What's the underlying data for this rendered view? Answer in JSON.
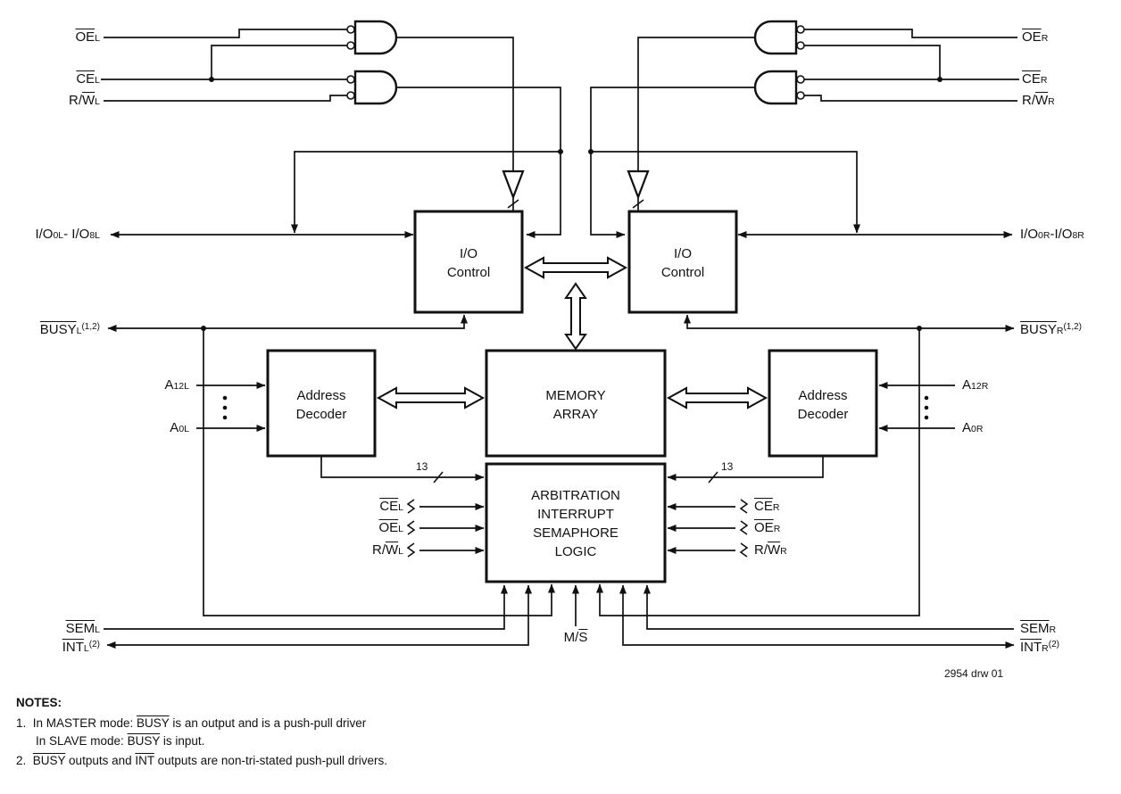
{
  "signals": {
    "oe_l": [
      {
        "t": "OE",
        "ov": true
      },
      {
        "t": "L",
        "sub": true
      }
    ],
    "ce_l": [
      {
        "t": "CE",
        "ov": true
      },
      {
        "t": "L",
        "sub": true
      }
    ],
    "rw_l": [
      {
        "t": "R/"
      },
      {
        "t": "W",
        "ov": true
      },
      {
        "t": "L",
        "sub": true
      }
    ],
    "oe_r": [
      {
        "t": "OE",
        "ov": true
      },
      {
        "t": "R",
        "sub": true
      }
    ],
    "ce_r": [
      {
        "t": "CE",
        "ov": true
      },
      {
        "t": "R",
        "sub": true
      }
    ],
    "rw_r": [
      {
        "t": "R/"
      },
      {
        "t": "W",
        "ov": true
      },
      {
        "t": "R",
        "sub": true
      }
    ],
    "io_l": [
      {
        "t": "I/O"
      },
      {
        "t": "0L",
        "sub": true
      },
      {
        "t": "- I/O"
      },
      {
        "t": "8L",
        "sub": true
      }
    ],
    "io_r": [
      {
        "t": "I/O"
      },
      {
        "t": "0R",
        "sub": true
      },
      {
        "t": "-I/O"
      },
      {
        "t": "8R",
        "sub": true
      }
    ],
    "busy_l": [
      {
        "t": "BUSY",
        "ov": true
      },
      {
        "t": "L",
        "sub": true
      },
      {
        "t": "(1,2)",
        "sup": true
      }
    ],
    "busy_r": [
      {
        "t": "BUSY",
        "ov": true
      },
      {
        "t": "R",
        "sub": true
      },
      {
        "t": "(1,2)",
        "sup": true
      }
    ],
    "a12_l": [
      {
        "t": "A"
      },
      {
        "t": "12L",
        "sub": true
      }
    ],
    "a0_l": [
      {
        "t": "A"
      },
      {
        "t": "0L",
        "sub": true
      }
    ],
    "a12_r": [
      {
        "t": "A"
      },
      {
        "t": "12R",
        "sub": true
      }
    ],
    "a0_r": [
      {
        "t": "A"
      },
      {
        "t": "0R",
        "sub": true
      }
    ],
    "ce_l2": [
      {
        "t": "CE",
        "ov": true
      },
      {
        "t": "L",
        "sub": true
      }
    ],
    "oe_l2": [
      {
        "t": "OE",
        "ov": true
      },
      {
        "t": "L",
        "sub": true
      }
    ],
    "rw_l2": [
      {
        "t": "R/"
      },
      {
        "t": "W",
        "ov": true
      },
      {
        "t": "L",
        "sub": true
      }
    ],
    "ce_r2": [
      {
        "t": "CE",
        "ov": true
      },
      {
        "t": "R",
        "sub": true
      }
    ],
    "oe_r2": [
      {
        "t": "OE",
        "ov": true
      },
      {
        "t": "R",
        "sub": true
      }
    ],
    "rw_r2": [
      {
        "t": "R/"
      },
      {
        "t": "W",
        "ov": true
      },
      {
        "t": "R",
        "sub": true
      }
    ],
    "sem_l": [
      {
        "t": "SEM",
        "ov": true
      },
      {
        "t": "L",
        "sub": true
      }
    ],
    "int_l": [
      {
        "t": "INT",
        "ov": true
      },
      {
        "t": "L",
        "sub": true
      },
      {
        "t": "(2)",
        "sup": true
      }
    ],
    "sem_r": [
      {
        "t": "SEM",
        "ov": true
      },
      {
        "t": "R",
        "sub": true
      }
    ],
    "int_r": [
      {
        "t": "INT",
        "ov": true
      },
      {
        "t": "R",
        "sub": true
      },
      {
        "t": "(2)",
        "sup": true
      }
    ],
    "ms": [
      {
        "t": "M/"
      },
      {
        "t": "S",
        "ov": true
      }
    ],
    "bus_width_l": [
      {
        "t": "13"
      }
    ],
    "bus_width_r": [
      {
        "t": "13"
      }
    ]
  },
  "blocks": {
    "io_control_l": [
      "I/O",
      "Control"
    ],
    "io_control_r": [
      "I/O",
      "Control"
    ],
    "addr_decoder_l": [
      "Address",
      "Decoder"
    ],
    "addr_decoder_r": [
      "Address",
      "Decoder"
    ],
    "memory_array": [
      "MEMORY",
      "ARRAY"
    ],
    "arbitration": [
      "ARBITRATION",
      "INTERRUPT",
      "SEMAPHORE",
      "LOGIC"
    ]
  },
  "caption": "2954 drw 01",
  "notes": {
    "heading": "NOTES:",
    "line1": [
      {
        "t": "1.  In MASTER mode: "
      },
      {
        "t": "BUSY",
        "ov": true
      },
      {
        "t": " is an output and is a push-pull driver"
      }
    ],
    "line2": [
      {
        "t": "In SLAVE mode: "
      },
      {
        "t": "BUSY",
        "ov": true
      },
      {
        "t": " is input."
      }
    ],
    "line3": [
      {
        "t": "2.  "
      },
      {
        "t": "BUSY",
        "ov": true
      },
      {
        "t": " outputs and "
      },
      {
        "t": "INT",
        "ov": true
      },
      {
        "t": " outputs are non-tri-stated push-pull drivers."
      }
    ]
  },
  "colors": {
    "line": "#111111",
    "background": "#ffffff"
  }
}
